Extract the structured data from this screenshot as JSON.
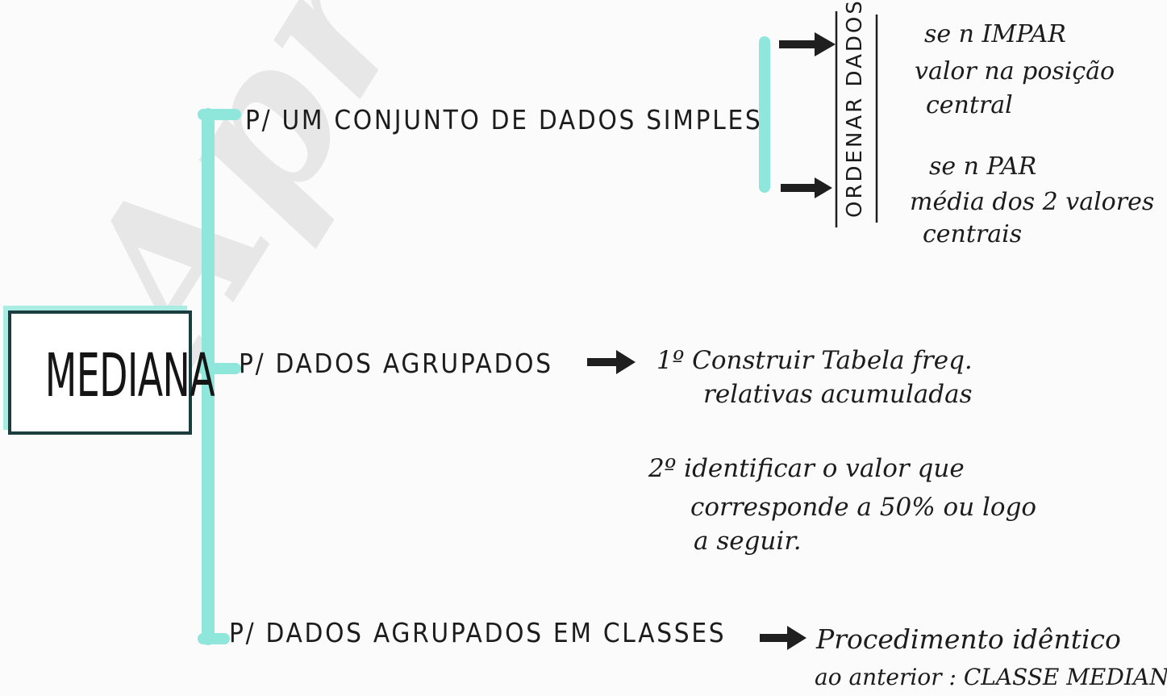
{
  "watermark": "Aprende",
  "central_node": "MEDIANA",
  "branches": {
    "simple": {
      "label": "P/ UM CONJUNTO DE DADOS SIMPLES",
      "step_label": "ORDENAR DADOS",
      "odd_title": "se n IMPAR",
      "odd_line1": "valor na posição",
      "odd_line2": "central",
      "even_title": "se n PAR",
      "even_line1": "média dos 2 valores",
      "even_line2": "centrais"
    },
    "grouped": {
      "label": "P/ DADOS AGRUPADOS",
      "step1_line1": "1º Construir Tabela freq.",
      "step1_line2": "relativas acumuladas",
      "step2_line1": "2º identificar o valor que",
      "step2_line2": "corresponde a 50% ou logo",
      "step2_line3": "a seguir."
    },
    "classes": {
      "label": "P/ DADOS AGRUPADOS EM CLASSES",
      "result_line1": "Procedimento idêntico",
      "result_line2": "ao anterior : CLASSE MEDIANA"
    }
  },
  "colors": {
    "connector": "#8fe6da",
    "ink": "#1c1c1c",
    "box_border": "#1c3d40",
    "watermark": "#e4e4e4"
  }
}
